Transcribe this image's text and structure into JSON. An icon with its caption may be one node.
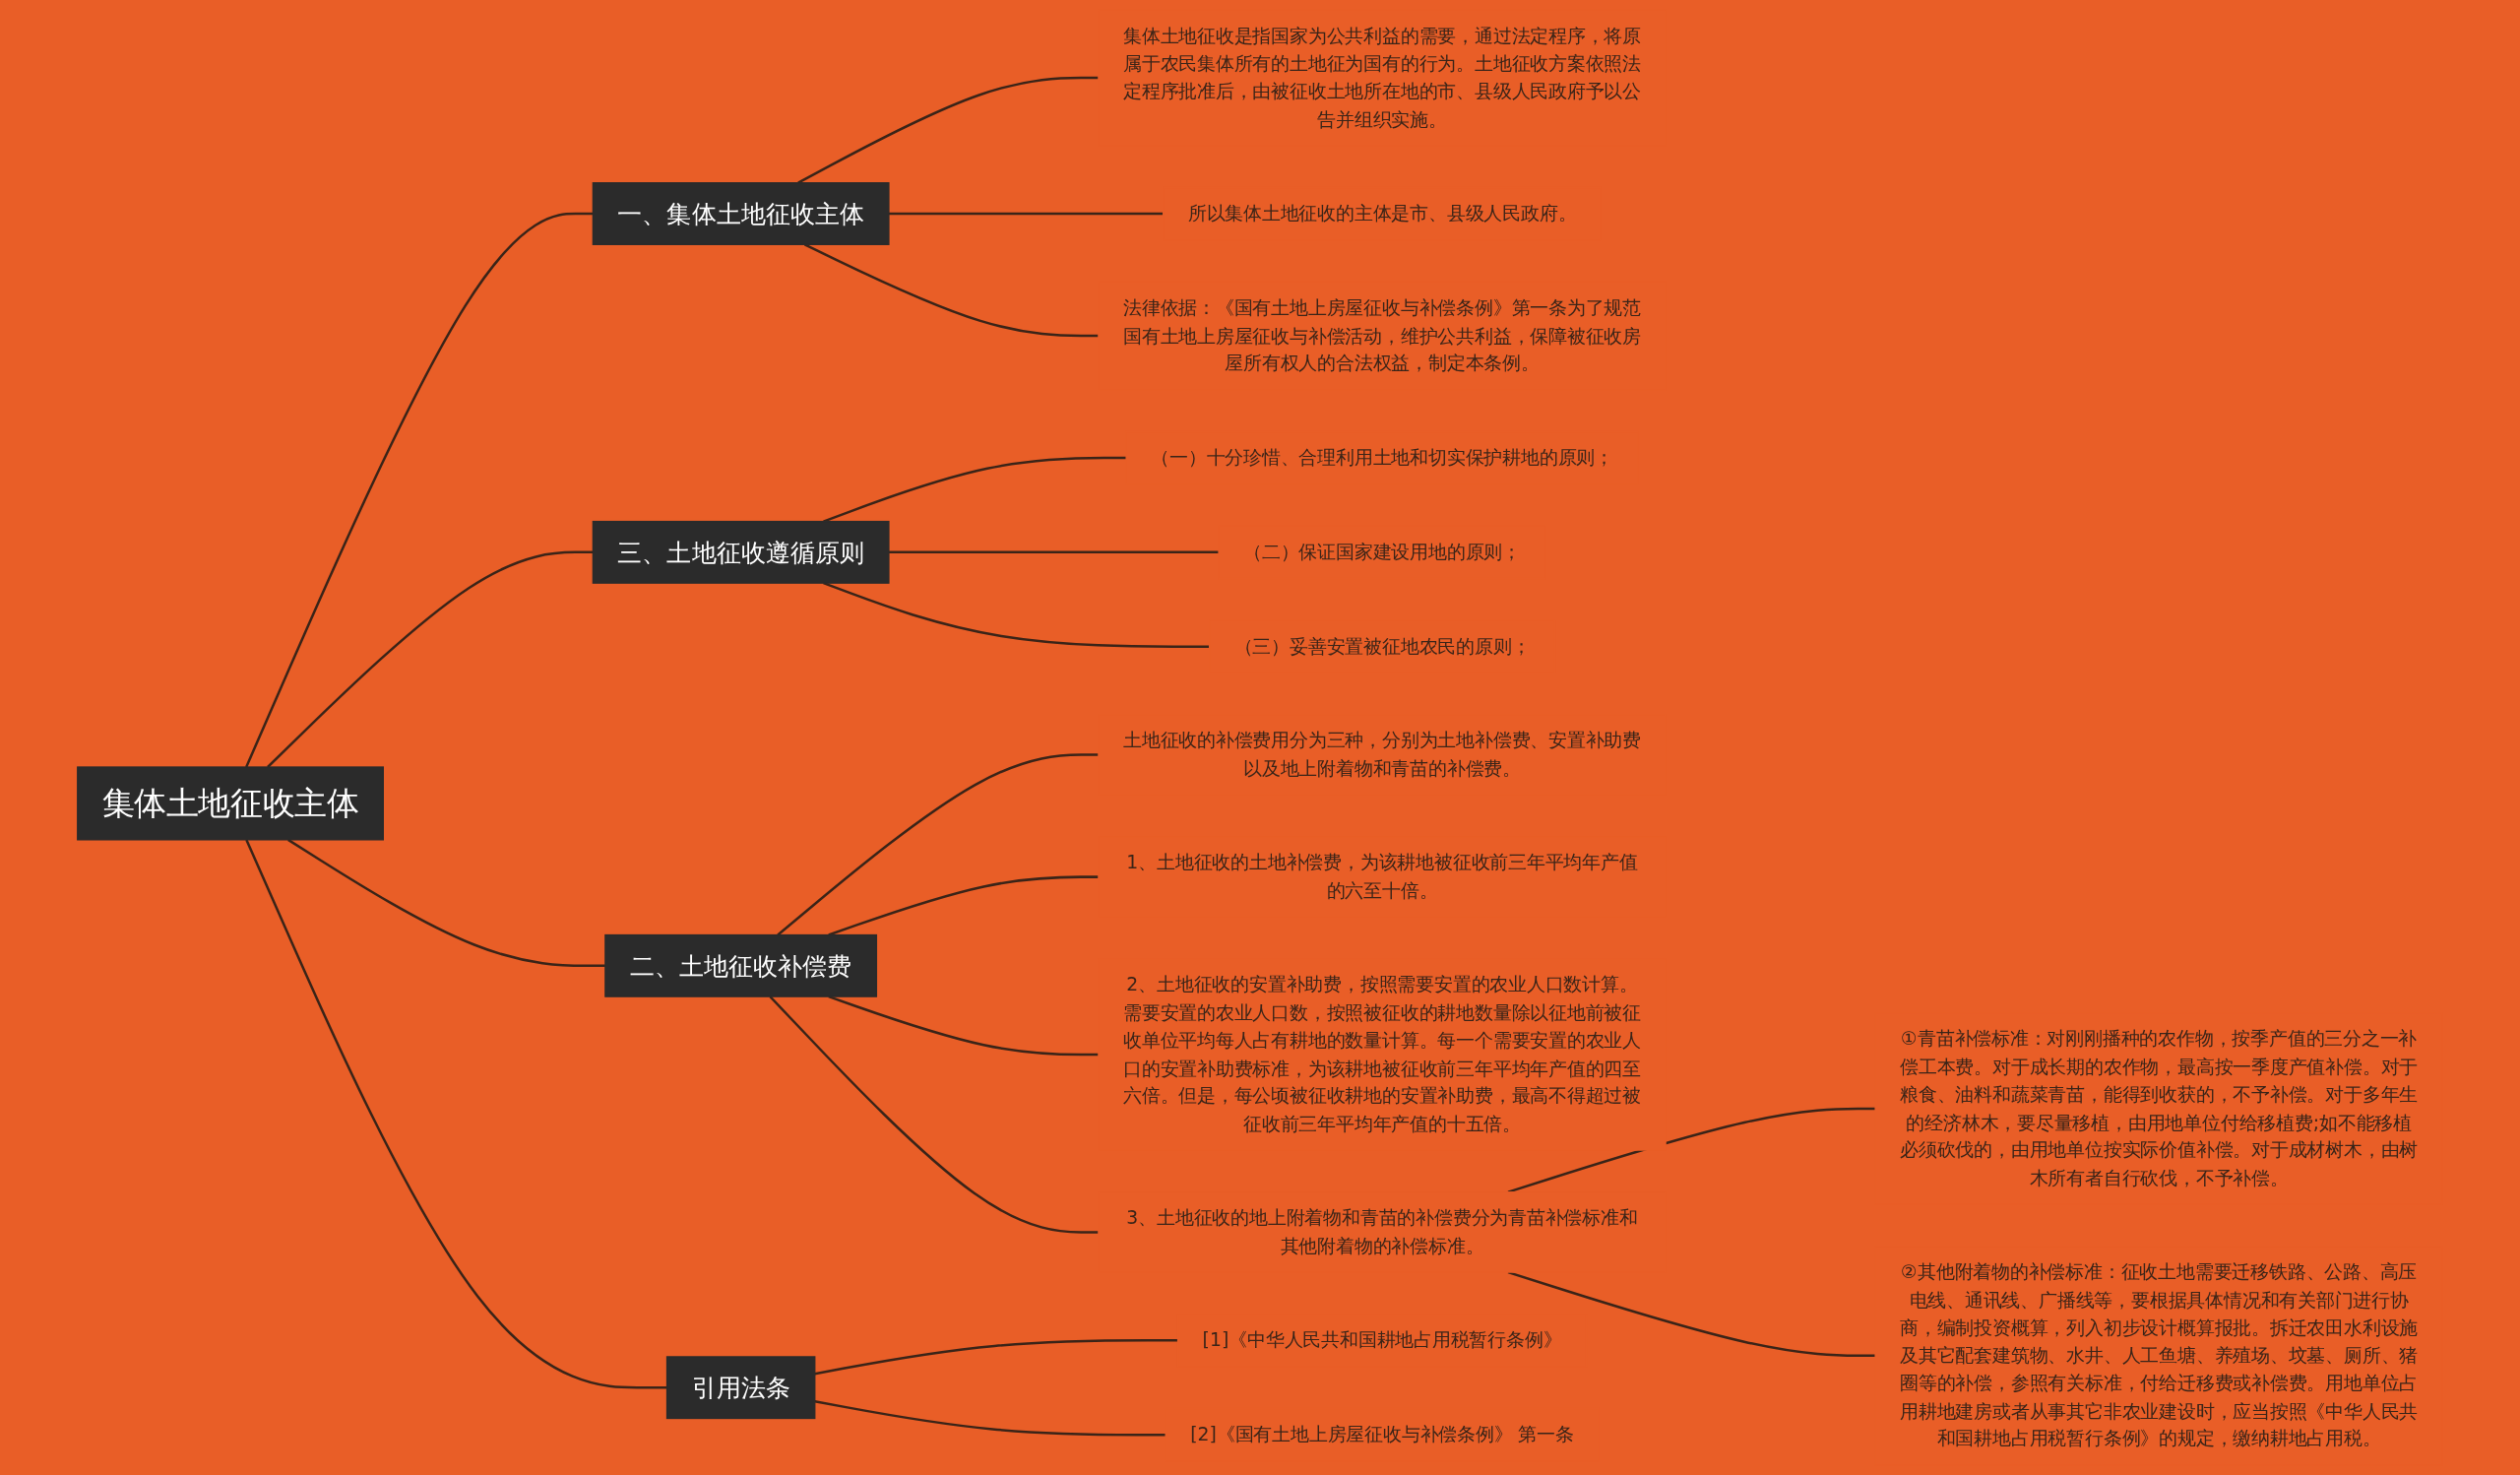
{
  "diagram": {
    "nodes": [
      {
        "text": [
          "集体土地征收主体"
        ]
      },
      {
        "text": [
          "一、集体土地征收主体"
        ]
      },
      {
        "text": [
          "集体土地征收是指国家为公共利益的需要，通过法定程序，将原属于农民集体所有的土地征为国有的行为。土地征收方案依照法定程序批准后，由被征收土地所在地的市、县级人民政府予以公告并组织实施。"
        ]
      },
      {
        "text": [
          "所以集体土地征收的主体是市、县级人民政府。"
        ]
      },
      {
        "text": [
          "法律依据：《国有土地上房屋征收与补偿条例》第一条为了规范国有土地上房屋征收与补偿活动，维护公共利益，保障被征收房屋所有权人的合法权益，制定本条例。"
        ]
      },
      {
        "text": [
          "三、土地征收遵循原则"
        ]
      },
      {
        "text": [
          "（一）十分珍惜、合理利用土地和切实保护耕地的原则；"
        ]
      },
      {
        "text": [
          "（二）保证国家建设用地的原则；"
        ]
      },
      {
        "text": [
          "（三）妥善安置被征地农民的原则；"
        ]
      },
      {
        "text": [
          "二、土地征收补偿费"
        ]
      },
      {
        "text": [
          "土地征收的补偿费用分为三种，分别为土地补偿费、安置补助费以及地上附着物和青苗的补偿费。"
        ]
      },
      {
        "text": [
          "1、土地征收的土地补偿费，为该耕地被征收前三年平均年产值的六至十倍。"
        ]
      },
      {
        "text": [
          "2、土地征收的安置补助费，按照需要安置的农业人口数计算。需要安置的农业人口数，按照被征收的耕地数量除以征地前被征收单位平均每人占有耕地的数量计算。每一个需要安置的农业人口的安置补助费标准，为该耕地被征收前三年平均年产值的四至六倍。但是，每公顷被征收耕地的安置补助费，最高不得超过被征收前三年平均年产值的十五倍。"
        ]
      },
      {
        "text": [
          "3、土地征收的地上附着物和青苗的补偿费分为青苗补偿标准和其他附着物的补偿标准。"
        ]
      },
      {
        "text": [
          "①青苗补偿标准：对刚刚播种的农作物，按季产值的三分之一补偿工本费。对于成长期的农作物，最高按一季度产值补偿。对于粮食、油料和蔬菜青苗，能得到收获的，不予补偿。对于多年生的经济林木，要尽量移植，由用地单位付给移植费;如不能移植必须砍伐的，由用地单位按实际价值补偿。对于成材树木，由树木所有者自行砍伐，不予补偿。"
        ]
      },
      {
        "text": [
          "②其他附着物的补偿标准：征收土地需要迁移铁路、公路、高压电线、通讯线、广播线等，要根据具体情况和有关部门进行协商，编制投资概算，列入初步设计概算报批。拆迁农田水利设施及其它配套建筑物、水井、人工鱼塘、养殖场、坟墓、厕所、猪圈等的补偿，参照有关标准，付给迁移费或补偿费。用地单位占用耕地建房或者从事其它非农业建设时，应当按照《中华人民共和国耕地占用税暂行条例》的规定，缴纳耕地占用税。"
        ]
      },
      {
        "text": [
          "引用法条"
        ]
      },
      {
        "text": [
          "[1]《中华人民共和国耕地占用税暂行条例》"
        ]
      },
      {
        "text": [
          "[2]《国有土地上房屋征收与补偿条例》 第一条"
        ]
      }
    ],
    "edges": [
      {
        "from": 0,
        "to": 1,
        "arrow": "none"
      },
      {
        "from": 1,
        "to": 2,
        "arrow": "none"
      },
      {
        "from": 1,
        "to": 3,
        "arrow": "none"
      },
      {
        "from": 1,
        "to": 4,
        "arrow": "none"
      },
      {
        "from": 0,
        "to": 5,
        "arrow": "none"
      },
      {
        "from": 5,
        "to": 6,
        "arrow": "none"
      },
      {
        "from": 5,
        "to": 7,
        "arrow": "none"
      },
      {
        "from": 5,
        "to": 8,
        "arrow": "none"
      },
      {
        "from": 0,
        "to": 9,
        "arrow": "none"
      },
      {
        "from": 9,
        "to": 10,
        "arrow": "none"
      },
      {
        "from": 9,
        "to": 11,
        "arrow": "none"
      },
      {
        "from": 9,
        "to": 12,
        "arrow": "none"
      },
      {
        "from": 9,
        "to": 13,
        "arrow": "none"
      },
      {
        "from": 13,
        "to": 14,
        "arrow": "none"
      },
      {
        "from": 13,
        "to": 15,
        "arrow": "none"
      },
      {
        "from": 0,
        "to": 16,
        "arrow": "none"
      },
      {
        "from": 16,
        "to": 17,
        "arrow": "none"
      },
      {
        "from": 16,
        "to": 18,
        "arrow": "none"
      }
    ]
  }
}
